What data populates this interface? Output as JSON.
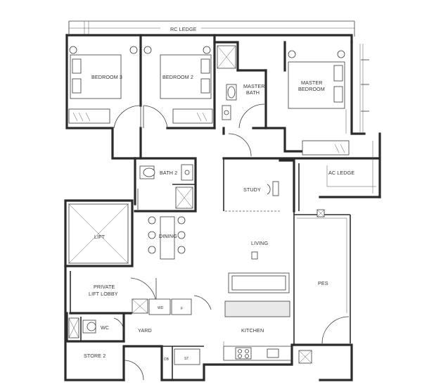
{
  "plan": {
    "rooms": {
      "rc_ledge": "RC LEDGE",
      "bedroom3": "BEDROOM 3",
      "bedroom2": "BEDROOM 2",
      "master_bath_line1": "MASTER",
      "master_bath_line2": "BATH",
      "master_bedroom_line1": "MASTER",
      "master_bedroom_line2": "BEDROOM",
      "bath2": "BATH 2",
      "study": "STUDY",
      "ac_ledge": "AC LEDGE",
      "lift": "LIFT",
      "dining": "DINING",
      "living": "LIVING",
      "private_lift_lobby_line1": "PRIVATE",
      "private_lift_lobby_line2": "LIFT LOBBY",
      "pes": "PES",
      "wc": "WC",
      "yard": "YARD",
      "kitchen": "KITCHEN",
      "store2": "STORE 2"
    },
    "fixtures": {
      "wd": "WD",
      "f": "F",
      "db": "DB",
      "st": "ST"
    }
  }
}
